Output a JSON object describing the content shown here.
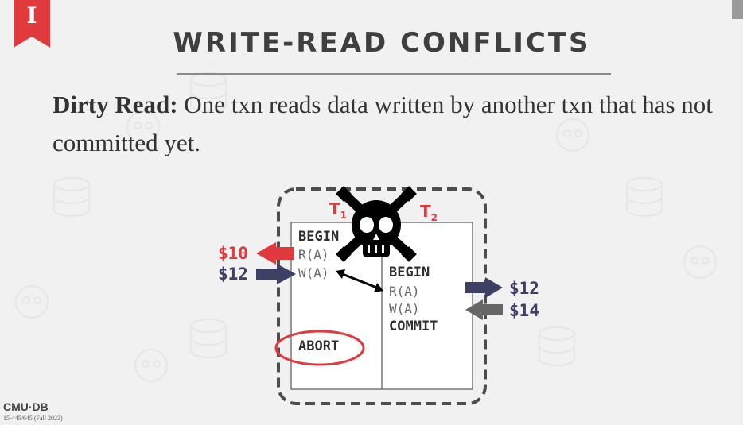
{
  "slide": {
    "bookmark_glyph": "I",
    "title": "WRITE-READ CONFLICTS",
    "definition_term": "Dirty Read:",
    "definition_text": " One txn reads data written by another txn that has not committed yet."
  },
  "schedule": {
    "t1_label": "T",
    "t1_sub": "1",
    "t2_label": "T",
    "t2_sub": "2",
    "t1_ops": [
      "BEGIN",
      "R(A)",
      "W(A)"
    ],
    "t1_abort": "ABORT",
    "t2_ops": [
      "BEGIN",
      "R(A)",
      "W(A)",
      "COMMIT"
    ],
    "values": {
      "t1_read": "$10",
      "t1_write": "$12",
      "t2_read": "$12",
      "t2_write": "$14"
    }
  },
  "footer": {
    "logo": "CMU·DB",
    "course": "15-445/645 (Fall 2023)"
  },
  "colors": {
    "accent_red": "#e0393e",
    "navy": "#3d3f63",
    "gray_arrow": "#666666",
    "title_text": "#3f3f3f"
  },
  "icons": [
    "bookmark-icon",
    "skull-crossbones-icon",
    "database-icon",
    "skull-icon",
    "double-arrow-icon"
  ]
}
